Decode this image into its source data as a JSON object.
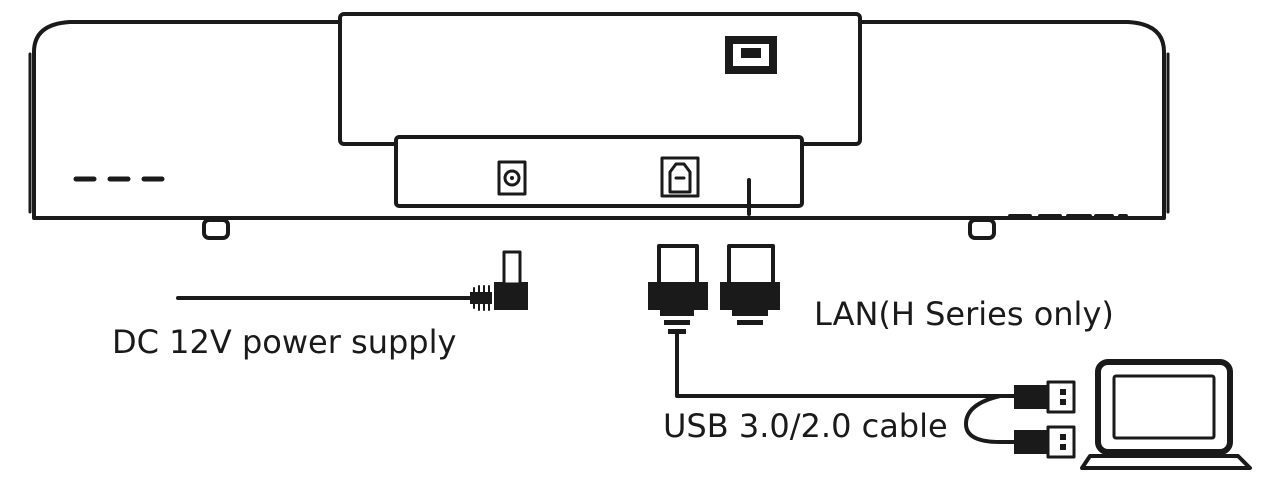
{
  "labels": {
    "dc_power": "DC 12V power supply",
    "lan": "LAN(H Series only)",
    "usb_cable": "USB 3.0/2.0 cable"
  },
  "colors": {
    "line": "#1a1a1a",
    "background": "#ffffff"
  },
  "icons": {
    "device": "soundbar-device-icon",
    "lan_port": "ethernet-port-icon",
    "dc_port": "dc-jack-icon",
    "usb_port": "usb-b-port-icon",
    "laptop": "laptop-icon"
  }
}
